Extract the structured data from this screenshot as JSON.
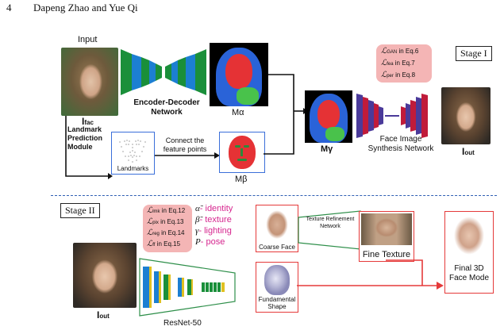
{
  "header": {
    "page_number": "4",
    "authors": "Dapeng Zhao and Yue Qi"
  },
  "stage1": {
    "stage_label": "Stage I",
    "input_label": "Input",
    "i_fac_main": "I",
    "i_fac_sub": "fac",
    "encoder_label_line1": "Encoder-Decoder",
    "encoder_label_line2": "Network",
    "m_alpha_label": "Mα",
    "m_beta_label": "Mβ",
    "m_gamma_label": "Mγ",
    "landmark_module_line1": "Landmark",
    "landmark_module_line2": "Prediction",
    "landmark_module_line3": "Module",
    "landmarks_label": "Landmarks",
    "connect_line1": "Connect the",
    "connect_line2": "feature points",
    "synthesis_line1": "Face Image",
    "synthesis_line2": "Synthesis Network",
    "i_out_main": "I",
    "i_out_sub": "out",
    "losses": [
      {
        "L": "ℒ",
        "sub": "GAN",
        "ref": "in Eq.6"
      },
      {
        "L": "ℒ",
        "sub": "fea",
        "ref": "in Eq.7"
      },
      {
        "L": "ℒ",
        "sub": "per",
        "ref": "in Eq.8"
      }
    ]
  },
  "stage2": {
    "stage_label": "Stage II",
    "losses": [
      {
        "L": "ℒ",
        "sub": "lmk",
        "ref": "in Eq.12"
      },
      {
        "L": "ℒ",
        "sub": "pix",
        "ref": "in Eq.13"
      },
      {
        "L": "ℒ",
        "sub": "reg",
        "ref": "in Eq.14"
      },
      {
        "L": "ℒ",
        "sub": "ff",
        "ref": "in Eq.15"
      }
    ],
    "params": [
      {
        "sym": "α̃",
        "text": "- identity"
      },
      {
        "sym": "β̃",
        "text": "- texture"
      },
      {
        "sym": "γ",
        "text": "- lighting"
      },
      {
        "sym": "P",
        "text": "- pose"
      }
    ],
    "i_out_main": "I",
    "i_out_sub": "out",
    "resnet_label": "ResNet-50",
    "coarse_face_label": "Coarse Face",
    "texture_refinement_line1": "Texture Refinement",
    "texture_refinement_line2": "Network",
    "fine_texture_label": "Fine Texture",
    "fundamental_line1": "Fundamental",
    "fundamental_line2": "Shape",
    "final_line1": "Final 3D",
    "final_line2": "Face Mode"
  },
  "colors": {
    "accent_red": "#e53a3a",
    "accent_blue": "#3b6fd9",
    "magenta_text": "#d6278f",
    "loss_box_fill": "#f4b5b5",
    "dashed_separator": "#2f5fb3"
  }
}
